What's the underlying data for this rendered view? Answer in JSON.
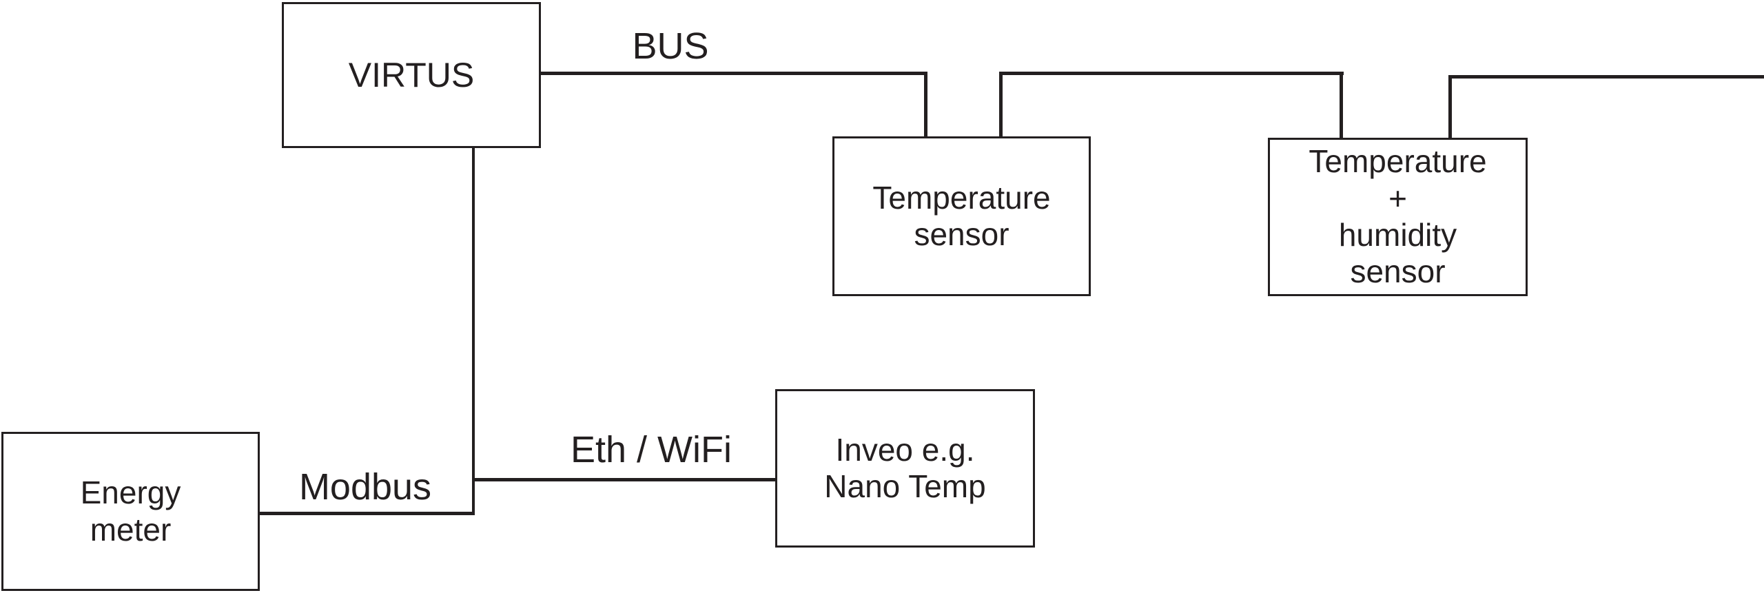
{
  "diagram": {
    "background_color": "#ffffff",
    "line_color": "#231f20",
    "boxes": [
      {
        "id": "virtus",
        "lines": [
          "VIRTUS"
        ]
      },
      {
        "id": "temperature-sensor",
        "lines": [
          "Temperature",
          "sensor"
        ]
      },
      {
        "id": "temperature-humidity-sensor",
        "lines": [
          "Temperature",
          "+",
          "humidity",
          "sensor"
        ]
      },
      {
        "id": "energy-meter",
        "lines": [
          "Energy",
          "meter"
        ]
      },
      {
        "id": "inveo-nano-temp",
        "lines": [
          "Inveo e.g.",
          "Nano Temp"
        ]
      }
    ],
    "connection_labels": [
      {
        "id": "bus",
        "text": "BUS"
      },
      {
        "id": "modbus",
        "text": "Modbus"
      },
      {
        "id": "eth-wifi",
        "text": "Eth / WiFi"
      }
    ]
  }
}
